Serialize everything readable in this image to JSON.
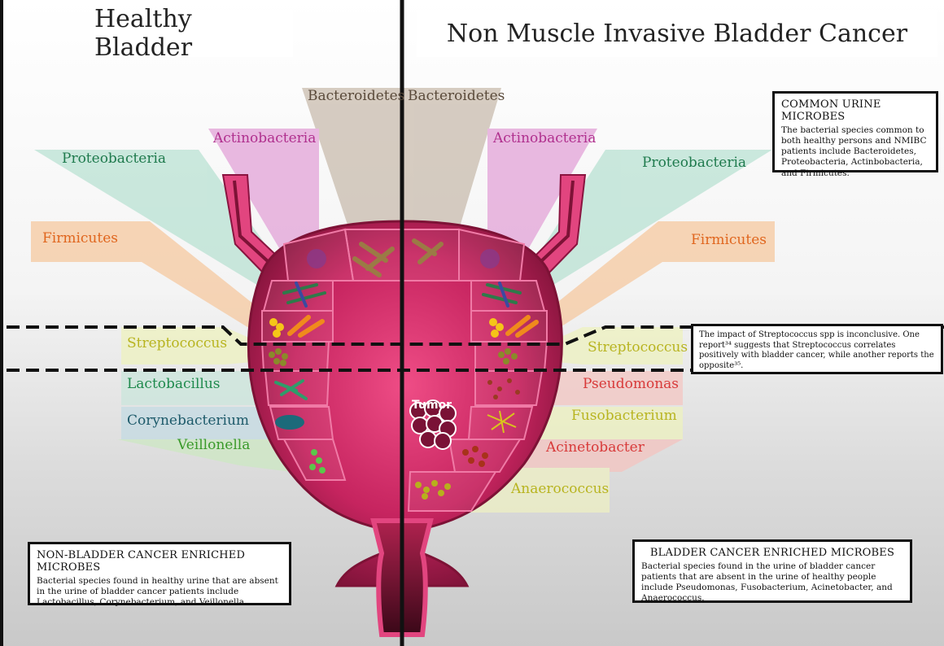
{
  "titles": {
    "left": "Healthy Bladder",
    "right": "Non Muscle Invasive Bladder Cancer"
  },
  "colors": {
    "bacteroidetes": "#c9bcae",
    "actinobacteria": "#e3a3d8",
    "proteobacteria": "#b9e2d3",
    "firmicutes": "#f6c9a0",
    "streptococcus": "#eef2bf",
    "lactobacillus": "#cbe6dc",
    "corynebacterium": "#c4dbe3",
    "veillonella": "#cde8c3",
    "pseudomonas": "#f4c7c3",
    "fusobacterium": "#eef2bf",
    "acinetobacter": "#f4c4c0",
    "anaerococcus": "#eef0c4",
    "bladder": "#c6245f",
    "bladder_light": "#e2457f"
  },
  "left_labels": {
    "bacteroidetes": "Bacteroidetes",
    "actinobacteria": "Actinobacteria",
    "proteobacteria": "Proteobacteria",
    "firmicutes": "Firmicutes",
    "streptococcus": "Streptococcus",
    "lactobacillus": "Lactobacillus",
    "corynebacterium": "Corynebacterium",
    "veillonella": "Veillonella"
  },
  "right_labels": {
    "bacteroidetes": "Bacteroidetes",
    "actinobacteria": "Actinobacteria",
    "proteobacteria": "Proteobacteria",
    "firmicutes": "Firmicutes",
    "streptococcus": "Streptococcus",
    "pseudomonas": "Pseudomonas",
    "fusobacterium": "Fusobacterium",
    "acinetobacter": "Acinetobacter",
    "anaerococcus": "Anaerococcus"
  },
  "tumor_label": "Tumor",
  "boxes": {
    "common": {
      "heading": "COMMON URINE MICROBES",
      "body": "The bacterial species common to both healthy persons and NMIBC patients include Bacteroidetes, Proteobacteria, Actinbobacteria, and Firmicutes."
    },
    "streptococcus_note": {
      "body": "The impact of Streptococcus spp is inconclusive. One report³⁴ suggests that Streptococcus correlates positively with bladder cancer, while another reports the opposite³⁵."
    },
    "non_cancer": {
      "heading": "NON-BLADDER CANCER ENRICHED MICROBES",
      "body": "Bacterial species found in healthy urine that are absent in the urine of bladder cancer patients include Lactobacillus, Corynebacterium, and Veillonella."
    },
    "cancer": {
      "heading": "BLADDER CANCER ENRICHED MICROBES",
      "body": "Bacterial species found in the urine of bladder cancer patients that are absent in the urine of healthy people include Pseudomonas, Fusobacterium, Acinetobacter, and Anaerococcus."
    }
  }
}
